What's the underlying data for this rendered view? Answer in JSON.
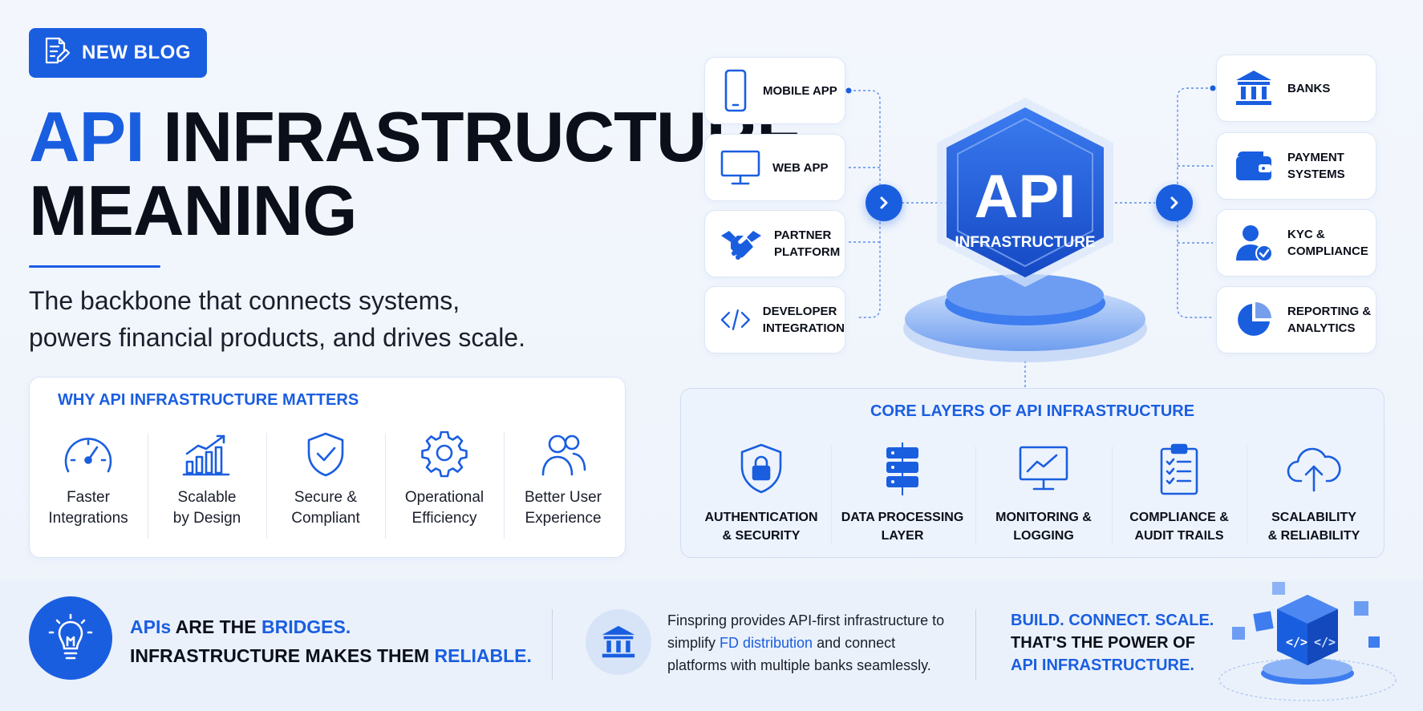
{
  "badge": {
    "label": "NEW BLOG",
    "icon": "document-edit-icon"
  },
  "hero": {
    "title_highlight": "API",
    "title_rest_line1": "INFRASTRUCTURE",
    "title_line2": "MEANING",
    "subtitle_line1": "The backbone that connects systems,",
    "subtitle_line2": "powers financial products, and drives scale."
  },
  "why": {
    "title": "WHY API INFRASTRUCTURE MATTERS",
    "items": [
      {
        "label": "Faster\nIntegrations",
        "icon": "speedometer-icon"
      },
      {
        "label": "Scalable\nby Design",
        "icon": "growth-chart-icon"
      },
      {
        "label": "Secure &\nCompliant",
        "icon": "shield-check-icon"
      },
      {
        "label": "Operational\nEfficiency",
        "icon": "gear-icon"
      },
      {
        "label": "Better User\nExperience",
        "icon": "users-icon"
      }
    ]
  },
  "sources": [
    {
      "label": "MOBILE APP",
      "icon": "mobile-phone-icon"
    },
    {
      "label": "WEB APP",
      "icon": "monitor-icon"
    },
    {
      "label": "PARTNER\nPLATFORM",
      "icon": "handshake-icon"
    },
    {
      "label": "DEVELOPER\nINTEGRATION",
      "icon": "code-icon"
    }
  ],
  "hub": {
    "title": "API",
    "subtitle": "INFRASTRUCTURE"
  },
  "destinations": [
    {
      "label": "BANKS",
      "icon": "bank-icon"
    },
    {
      "label": "PAYMENT\nSYSTEMS",
      "icon": "wallet-icon"
    },
    {
      "label": "KYC &\nCOMPLIANCE",
      "icon": "user-verified-icon"
    },
    {
      "label": "REPORTING &\nANALYTICS",
      "icon": "pie-chart-icon"
    }
  ],
  "core": {
    "title": "CORE LAYERS OF API INFRASTRUCTURE",
    "items": [
      {
        "label": "AUTHENTICATION\n& SECURITY",
        "icon": "shield-lock-icon"
      },
      {
        "label": "DATA PROCESSING\nLAYER",
        "icon": "server-stack-icon"
      },
      {
        "label": "MONITORING &\nLOGGING",
        "icon": "monitor-chart-icon"
      },
      {
        "label": "COMPLIANCE &\nAUDIT TRAILS",
        "icon": "clipboard-checklist-icon"
      },
      {
        "label": "SCALABILITY\n& RELIABILITY",
        "icon": "cloud-upload-icon"
      }
    ]
  },
  "footer": {
    "bridges_w1": "APIs",
    "bridges_w2": " ARE THE ",
    "bridges_w3": "BRIDGES.",
    "bridges_w4": "INFRASTRUCTURE MAKES THEM ",
    "bridges_w5": "RELIABLE.",
    "fins_pre": "Finspring provides API-first infrastructure to simplify ",
    "fins_link": "FD distribution",
    "fins_post": " and connect platforms with multiple banks seamlessly.",
    "build_line1": "BUILD. CONNECT. SCALE.",
    "build_line2": "THAT'S THE POWER OF",
    "build_line3": "API INFRASTRUCTURE."
  },
  "colors": {
    "accent": "#1a5ee0",
    "text": "#0b0f1a",
    "card_border": "#dde6f4"
  }
}
